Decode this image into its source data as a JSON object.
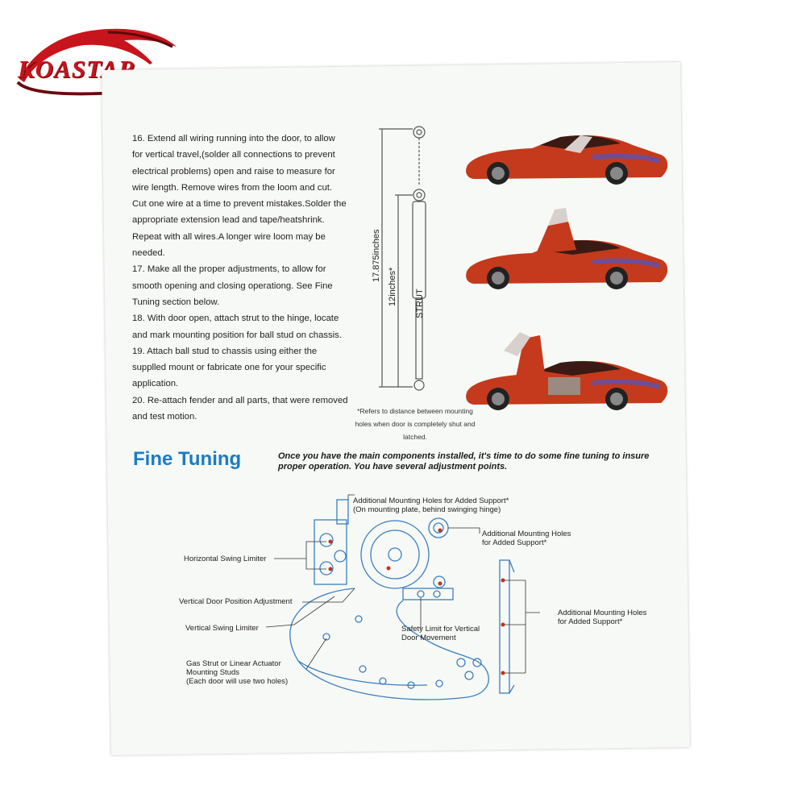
{
  "brand": {
    "logo_text": "KOASTAR",
    "color": "#c8141c"
  },
  "instructions": [
    "16. Extend all wiring running into the door, to allow for vertical travel,(solder all connections to prevent electrical problems) open and raise to measure for wire length. Remove wires from the loom and cut. Cut one wire at a time to prevent mistakes.Solder the appropriate extension lead and tape/heatshrink. Repeat with all wires.A longer wire loom may be needed.",
    "17. Make all the proper adjustments, to allow for smooth opening and closing operationg. See Fine Tuning section below.",
    "18. With door open, attach strut to the hinge, locate and mark mounting position for ball stud on chassis.",
    "19. Attach ball stud to chassis using either the supplled mount or fabricate one for your specific application.",
    "20. Re-attach fender and all parts, that were removed and test motion."
  ],
  "strut_diagram": {
    "outer_length": "17.875inches",
    "inner_length": "12inches*",
    "strut_label": "STRUT",
    "footnote": "*Refers to distance between mounting holes when door is completely shut and latched."
  },
  "car_color": "#c53a1c",
  "fine_tuning": {
    "title": "Fine Tuning",
    "title_color": "#1a7cc7",
    "intro": "Once you have the main components installed, it's time to do some fine tuning to insure proper operation. You have several adjustment points."
  },
  "callouts": {
    "mount_top": "Additional Mounting Holes for Added Support*\n(On mounting plate, behind swinging hinge)",
    "mount_right": "Additional Mounting Holes\nfor Added Support*",
    "horizontal_limiter": "Horizontal Swing Limiter",
    "vertical_adjust": "Vertical Door Position Adjustment",
    "vertical_limiter": "Vertical Swing Limiter",
    "safety_limit": "Safety Limit for Vertical\nDoor Movement",
    "mount_far_right": "Additional Mounting Holes\nfor Added Support*",
    "gas_strut": "Gas Strut or Linear Actuator\nMounting Studs\n(Each door will use two holes)"
  }
}
